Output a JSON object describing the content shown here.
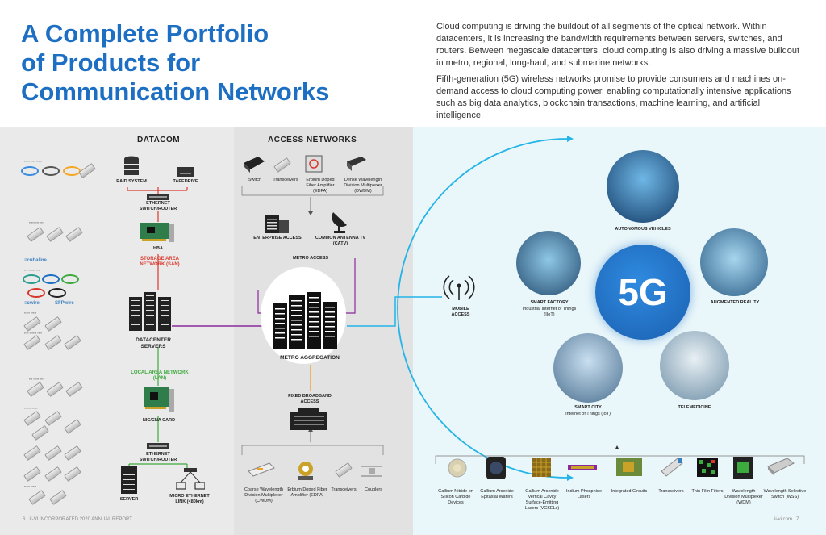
{
  "header": {
    "title_lines": [
      "A Complete Portfolio",
      "of Products for",
      "Communication Networks"
    ],
    "intro_p1": "Cloud computing is driving the buildout of all segments of the optical network. Within datacenters, it is increasing the bandwidth requirements between servers, switches, and routers. Between megascale datacenters, cloud computing is also driving a massive buildout in metro, regional, long-haul, and submarine networks.",
    "intro_p2": "Fifth-generation (5G) wireless networks promise to provide consumers and machines on-demand access to cloud computing power, enabling computationally intensive applications such as big data analytics, blockchain transactions, machine learning, and artificial intelligence."
  },
  "datacom": {
    "heading": "DATACOM",
    "raid": "RAID SYSTEM",
    "tape": "TAPEDRIVE",
    "switch_top": "ETHERNET SWITCH/ROUTER",
    "hba": "HBA",
    "san": "STORAGE AREA NETWORK (SAN)",
    "servers": "DATACENTER SERVERS",
    "lan": "LOCAL AREA NETWORK (LAN)",
    "nic": "NIC/CNA CARD",
    "switch_bottom": "ETHERNET SWITCH/ROUTER",
    "server": "SERVER",
    "micro": "MICRO ETHERNET LINK (<80km)",
    "vendor_1": "≡cubaline",
    "vendor_2": "≡cwire",
    "vendor_3": "SFPwire"
  },
  "access": {
    "heading": "ACCESS NETWORKS",
    "top_items": [
      "Switch",
      "Transceivers",
      "Erbium Doped Fiber Amplifier (EDFA)",
      "Dense Wavelength Division Multiplexer (DWDM)"
    ],
    "enterprise": "ENTERPRISE ACCESS",
    "antenna": "COMMON ANTENNA TV (CATV)",
    "metro_access": "METRO ACCESS",
    "metro_agg": "METRO AGGREGATION",
    "fixed": "FIXED BROADBAND ACCESS",
    "bottom_items": [
      "Coarse Wavelength Division Multiplexer (CWDM)",
      "Erbium Doped Fiber Amplifier (EDFA)",
      "Transceivers",
      "Couplers"
    ]
  },
  "fiveg": {
    "center": "5G",
    "mobile": "MOBILE ACCESS",
    "autonomous": "AUTONOMOUS VEHICLES",
    "factory_title": "SMART FACTORY",
    "factory_sub": "Industrial Internet of Things (IIoT)",
    "ar": "AUGMENTED REALITY",
    "city_title": "SMART CITY",
    "city_sub": "Internet of Things (IoT)",
    "tele": "TELEMEDICINE",
    "products": [
      "Gallium Nitride on Silicon Carbide Devices",
      "Gallium Arsenide Epitaxial Wafers",
      "Gallium Arsenide Vertical Cavity Surface-Emitting Lasers (VCSELs)",
      "Indium Phosphide Lasers",
      "Integrated Circuits",
      "Transceivers",
      "Thin Film Filters",
      "Wavelength Division Multiplexer (WDM)",
      "Wavelength Selective Switch (WSS)"
    ]
  },
  "footer": {
    "page_left": "6",
    "report": "II-VI INCORPORATED 2020 ANNUAL REPORT",
    "site": "ii-vi.com",
    "page_right": "7"
  },
  "colors": {
    "title_blue": "#1d6fc4",
    "red": "#d9372b",
    "green": "#3daa3d",
    "purple": "#8a2a9a",
    "cyan": "#23b4e8",
    "orange": "#f0a020"
  }
}
